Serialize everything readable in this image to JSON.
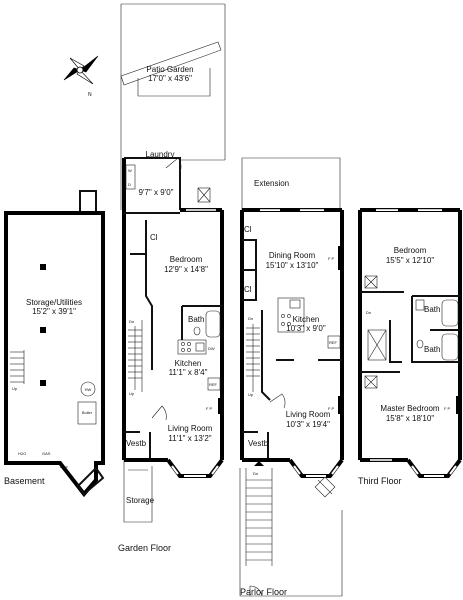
{
  "floors": {
    "basement": "Basement",
    "garden": "Garden Floor",
    "parlor": "Parlor Floor",
    "third": "Third Floor"
  },
  "compass_n": "N",
  "rooms": {
    "patio_name": "Patio Garden",
    "patio_dim": "17'0\" x 43'6\"",
    "storage_util_name": "Storage/Utilities",
    "storage_util_dim": "15'2\" x 39'1\"",
    "laundry_name": "Laundry",
    "laundry_dim": "9'7\" x 9'0\"",
    "bedroom_g_name": "Bedroom",
    "bedroom_g_dim": "12'9\" x 14'8\"",
    "bath_g": "Bath",
    "kitchen_g_name": "Kitchen",
    "kitchen_g_dim": "11'1\" x 8'4\"",
    "living_g_name": "Living Room",
    "living_g_dim": "11'1\" x 13'2\"",
    "vestb_g": "Vestb",
    "storage_g": "Storage",
    "extension": "Extension",
    "dining_name": "Dining Room",
    "dining_dim": "15'10\" x 13'10\"",
    "kitchen_p_name": "Kitchen",
    "kitchen_p_dim": "10'3\" x 9'0\"",
    "living_p_name": "Living Room",
    "living_p_dim": "10'3\" x 19'4\"",
    "vestb_p": "Vestb",
    "bedroom_t_name": "Bedroom",
    "bedroom_t_dim": "15'5\" x 12'10\"",
    "bath_t1": "Bath",
    "bath_t2": "Bath",
    "master_name": "Master Bedroom",
    "master_dim": "15'8\" x 18'10\""
  },
  "fixtures": {
    "cl": "Cl",
    "hw": "HW",
    "boiler": "Boiler",
    "h2o": "H2O",
    "gas": "GAS",
    "elec": "Elec",
    "up": "Up",
    "dn": "Dn",
    "fp": "F P",
    "ref": "REF",
    "dw": "DW",
    "w": "W",
    "d": "D"
  }
}
